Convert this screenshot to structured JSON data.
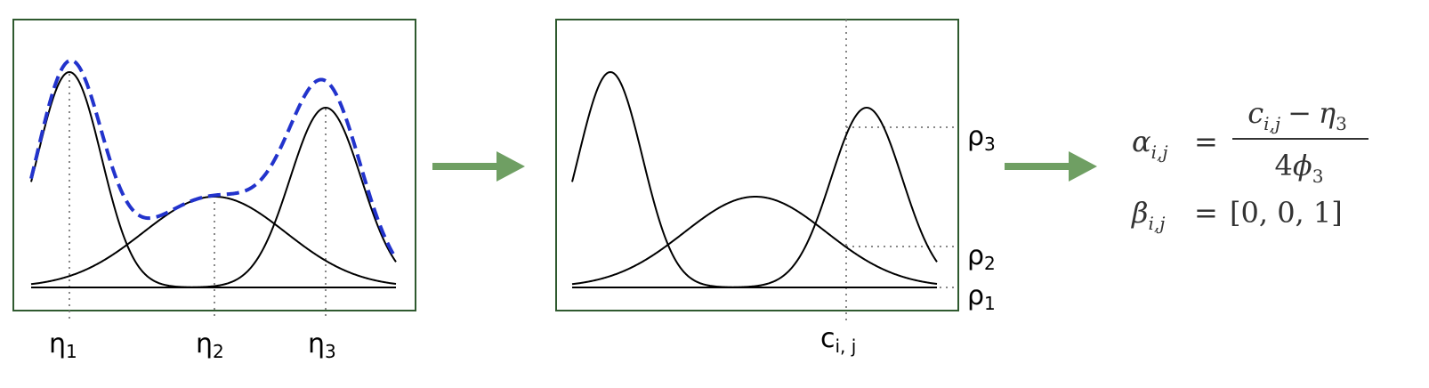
{
  "left_panel": {
    "labels": {
      "eta1": {
        "base": "η",
        "sub": "1"
      },
      "eta2": {
        "base": "η",
        "sub": "2"
      },
      "eta3": {
        "base": "η",
        "sub": "3"
      }
    },
    "curve_color": "#000000",
    "mixture_color": "#2233cc"
  },
  "middle_panel": {
    "labels": {
      "c": {
        "base": "c",
        "sub": "i, j"
      },
      "rho3": {
        "base": "ρ",
        "sub": "3"
      },
      "rho2": {
        "base": "ρ",
        "sub": "2"
      },
      "rho1": {
        "base": "ρ",
        "sub": "1"
      }
    }
  },
  "arrows": {
    "color": "#6f9f63"
  },
  "frame_color": "#2f5a2f",
  "equations": {
    "alpha": {
      "lhs_base": "α",
      "lhs_sub": "i,j",
      "eq": "=",
      "num_base": "c",
      "num_sub": "i,j",
      "num_minus": "−",
      "num_eta": "η",
      "num_eta_sub": "3",
      "den_coef": "4",
      "den_phi": "ϕ",
      "den_sub": "3"
    },
    "beta": {
      "lhs_base": "β",
      "lhs_sub": "i,j",
      "eq": "=",
      "rhs": "[0, 0, 1]"
    }
  }
}
